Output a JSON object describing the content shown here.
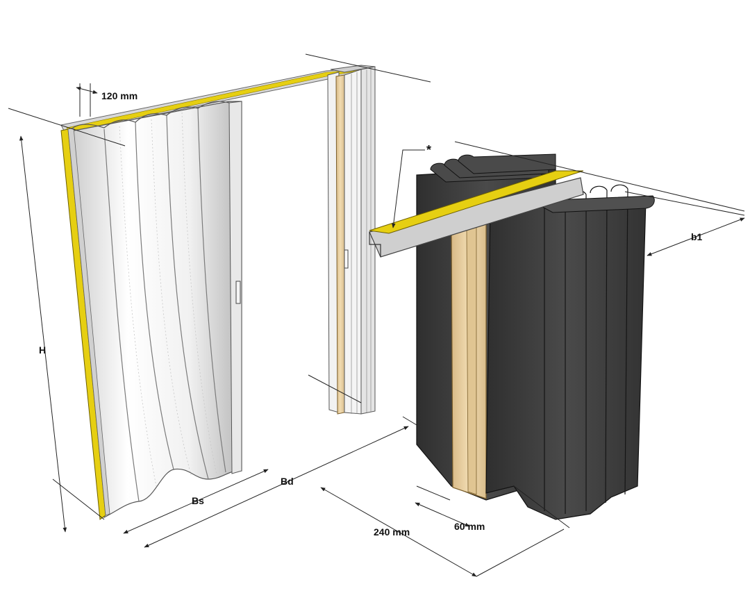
{
  "labels": {
    "fold_width": "120 mm",
    "height": "H",
    "stack_width": "Bs",
    "door_width": "Bd",
    "stack_depth": "b1",
    "wall_depth": "240 mm",
    "rail_width": "60 mm",
    "asterisk": "*"
  },
  "colors": {
    "accent_yellow": "#e6cf12",
    "wood": "#ecd3a3",
    "dark_panel": "#3d3d3d",
    "light_panel": "#f3f3f3",
    "dimension_line": "#222222"
  }
}
